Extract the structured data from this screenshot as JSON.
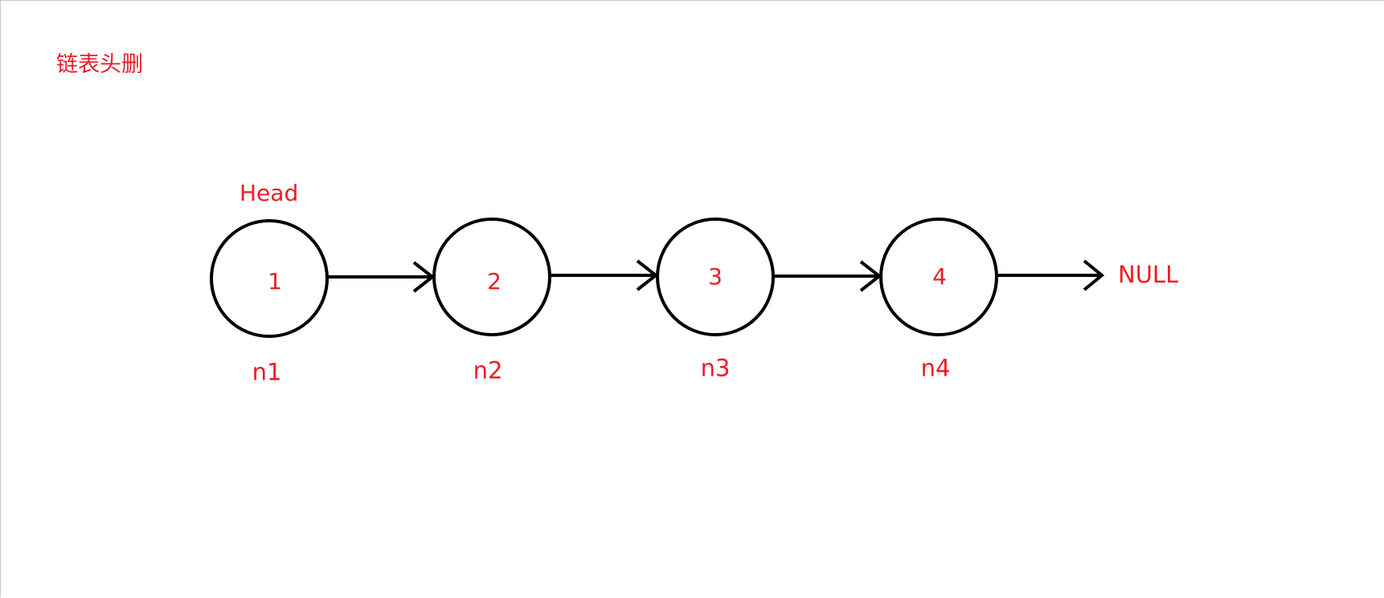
{
  "diagram": {
    "title": "链表头删",
    "head_label": "Head",
    "null_label": "NULL",
    "text_color": "#ed1c24",
    "stroke_color": "#000000",
    "nodes": [
      {
        "value": "1",
        "name": "n1"
      },
      {
        "value": "2",
        "name": "n2"
      },
      {
        "value": "3",
        "name": "n3"
      },
      {
        "value": "4",
        "name": "n4"
      }
    ]
  }
}
